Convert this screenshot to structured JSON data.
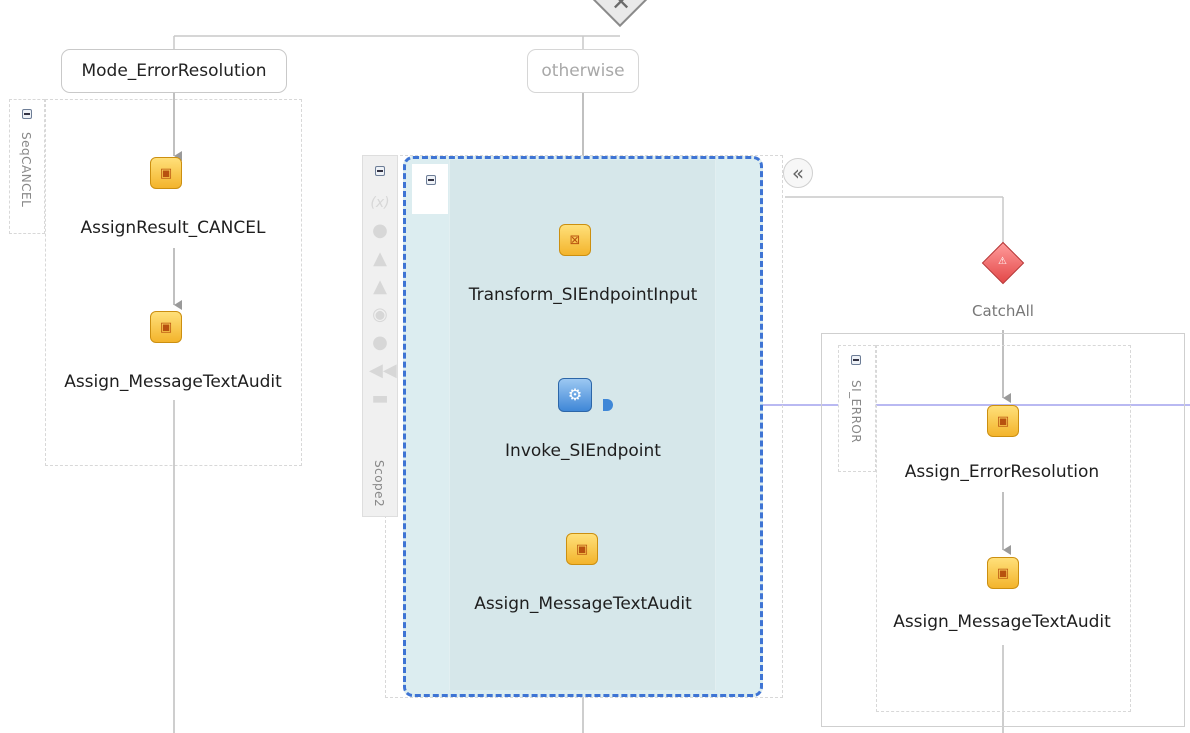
{
  "top_gateway": {
    "icon": "x-diamond-icon"
  },
  "branches": {
    "case_label": "Mode_ErrorResolution",
    "otherwise_label": "otherwise"
  },
  "seq_cancel": {
    "tab_label": "SeqCANCEL",
    "activities": [
      {
        "label": "AssignResult_CANCEL",
        "icon": "assign-icon"
      },
      {
        "label": "Assign_MessageTextAudit",
        "icon": "assign-icon"
      }
    ]
  },
  "scope2": {
    "tab_label": "Scope2",
    "toolbar_icons": [
      "variables-icon",
      "correlation-icon",
      "fault-handler-icon",
      "event-handler-icon",
      "compensation-icon",
      "message-icon",
      "rewind-icon",
      "termination-icon"
    ],
    "activities": [
      {
        "label": "Transform_SIEndpointInput",
        "icon": "transform-icon"
      },
      {
        "label": "Invoke_SIEndpoint",
        "icon": "invoke-icon"
      },
      {
        "label": "Assign_MessageTextAudit",
        "icon": "assign-icon"
      }
    ]
  },
  "catch_all": {
    "label": "CatchAll",
    "icon": "catch-all-icon",
    "tab_label": "SI_ERROR",
    "activities": [
      {
        "label": "Assign_ErrorResolution",
        "icon": "assign-icon"
      },
      {
        "label": "Assign_MessageTextAudit",
        "icon": "assign-icon"
      }
    ]
  },
  "collapse_button": {
    "icon": "double-chevron-left-icon",
    "glyph": "«"
  },
  "colors": {
    "selection_border": "#3e74d4",
    "scope_fill": "#dcedf0",
    "assign_fill": "#f3b42c",
    "invoke_fill": "#3f87d7",
    "catch_fill": "#e34848",
    "partner_link_line": "#b9b9f2"
  }
}
